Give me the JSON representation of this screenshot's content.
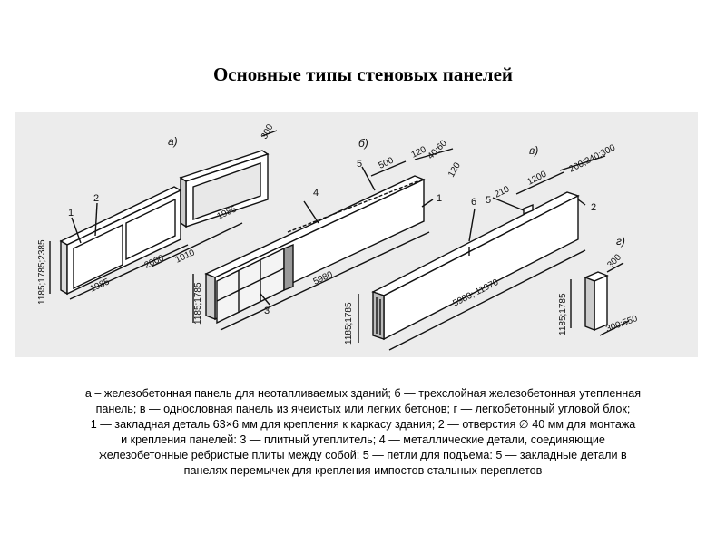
{
  "title": "Основные типы стеновых панелей",
  "figure": {
    "variant_labels": {
      "a": "а)",
      "b": "б)",
      "v": "в)",
      "g": "г)"
    },
    "callouts": {
      "n1": "1",
      "n2": "2",
      "n3": "3",
      "n4": "4",
      "n5": "5",
      "n6": "6"
    },
    "dimensions": {
      "a_height": "1185;1785;2385",
      "a_thickness": "300",
      "a_len_1": "1985",
      "a_len_2": "2000",
      "a_len_3": "1010",
      "a_len_4": "1985",
      "b_height": "1185;1785",
      "b_len": "5980",
      "b_500": "500",
      "b_120a": "120",
      "b_4060": "40;60",
      "b_120b": "120",
      "v_height": "1185;1785",
      "v_len": "5980; 11970",
      "v_210": "210",
      "v_1200": "1200",
      "v_thick": "200;240;300",
      "g_height": "1185;1785",
      "g_300": "300",
      "g_base": "300;550"
    }
  },
  "caption": {
    "line1": "а – железобетонная панель для неотапливаемых зданий; б — трехслойная железобетонная утепленная",
    "line2": "панель; в — однословная панель из ячеистых или легких бетонов; г — легкобетонный угловой блок;",
    "line3": "1 — закладная деталь 63×6 мм для крепления к каркасу здания; 2 — отверстия ∅ 40 мм для монтажа",
    "line4": "и крепления панелей: 3 — плитный утеплитель; 4 — металлические детали, соединяющие",
    "line5": "железобетонные ребристые плиты между собой: 5 — петли для подъема:  5 — закладные  детали в",
    "line6": "панелях  перемычек  для  крепления   импостов стальных     переплетов"
  }
}
